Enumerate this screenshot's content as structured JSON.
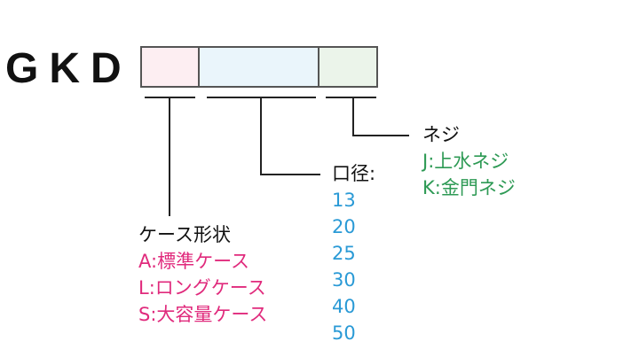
{
  "model_code": "GKD",
  "colors": {
    "case": "#e02a7c",
    "bore": "#2a9ad6",
    "thread": "#2e9a55"
  },
  "case_shape": {
    "title": "ケース形状",
    "options": [
      "A:標準ケース",
      "L:ロングケース",
      "S:大容量ケース"
    ]
  },
  "bore": {
    "title": "口径:",
    "options": [
      "13",
      "20",
      "25",
      "30",
      "40",
      "50"
    ]
  },
  "thread": {
    "title": "ネジ",
    "options": [
      "J:上水ネジ",
      "K:金門ネジ"
    ]
  }
}
